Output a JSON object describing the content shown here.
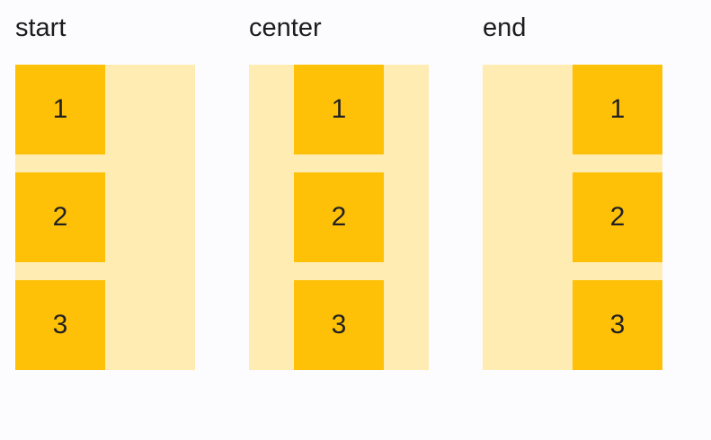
{
  "figure": {
    "description_labels": [
      "start",
      "center",
      "end"
    ]
  },
  "colors": {
    "background": "#fcfcff",
    "container": "#ffecb3",
    "item": "#ffc107",
    "text": "#1c1c1e"
  },
  "groups": [
    {
      "label": "start",
      "alignment": "start",
      "items": [
        "1",
        "2",
        "3"
      ]
    },
    {
      "label": "center",
      "alignment": "center",
      "items": [
        "1",
        "2",
        "3"
      ]
    },
    {
      "label": "end",
      "alignment": "end",
      "items": [
        "1",
        "2",
        "3"
      ]
    }
  ]
}
